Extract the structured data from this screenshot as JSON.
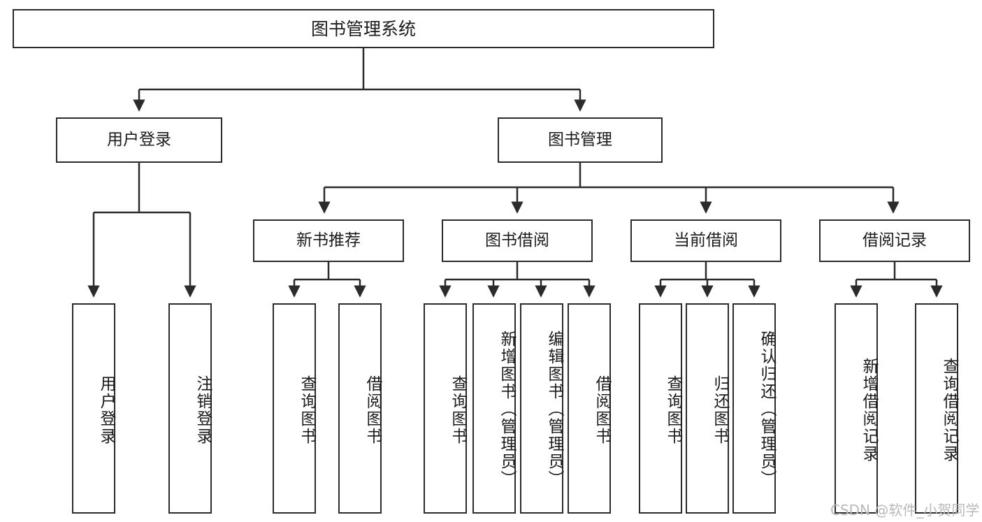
{
  "diagram": {
    "title": "图书管理系统",
    "type": "tree",
    "watermark": "CSDN @软件_小贺同学",
    "colors": {
      "border": "#2b2b2b",
      "background": "#ffffff",
      "text": "#1b1b1b",
      "connector": "#2b2b2b",
      "watermark": "#b9b9b9"
    },
    "nodes": {
      "root": {
        "label": "图书管理系统"
      },
      "level1": [
        {
          "id": "user-login",
          "label": "用户登录"
        },
        {
          "id": "book-manage",
          "label": "图书管理"
        }
      ],
      "level2": [
        {
          "id": "new-book-recommend",
          "label": "新书推荐"
        },
        {
          "id": "book-borrow",
          "label": "图书借阅"
        },
        {
          "id": "current-borrow",
          "label": "当前借阅"
        },
        {
          "id": "borrow-record",
          "label": "借阅记录"
        }
      ],
      "leaves": {
        "user_login": [
          {
            "id": "leaf-user-login",
            "label": "用户登录"
          },
          {
            "id": "leaf-logout-login",
            "label": "注销登录"
          }
        ],
        "new_book_recommend": [
          {
            "id": "leaf-query-book-1",
            "label": "查询图书"
          },
          {
            "id": "leaf-borrow-book-1",
            "label": "借阅图书"
          }
        ],
        "book_borrow": [
          {
            "id": "leaf-query-book-2",
            "label": "查询图书"
          },
          {
            "id": "leaf-add-book",
            "label": "新增图书（管理员）"
          },
          {
            "id": "leaf-edit-book",
            "label": "编辑图书（管理员）"
          },
          {
            "id": "leaf-borrow-book-2",
            "label": "借阅图书"
          }
        ],
        "current_borrow": [
          {
            "id": "leaf-query-book-3",
            "label": "查询图书"
          },
          {
            "id": "leaf-return-book",
            "label": "归还图书"
          },
          {
            "id": "leaf-confirm-return",
            "label": "确认归还（管理员）"
          }
        ],
        "borrow_record": [
          {
            "id": "leaf-add-borrow-record",
            "label": "新增借阅记录"
          },
          {
            "id": "leaf-query-borrow-record",
            "label": "查询借阅记录"
          }
        ]
      }
    }
  }
}
